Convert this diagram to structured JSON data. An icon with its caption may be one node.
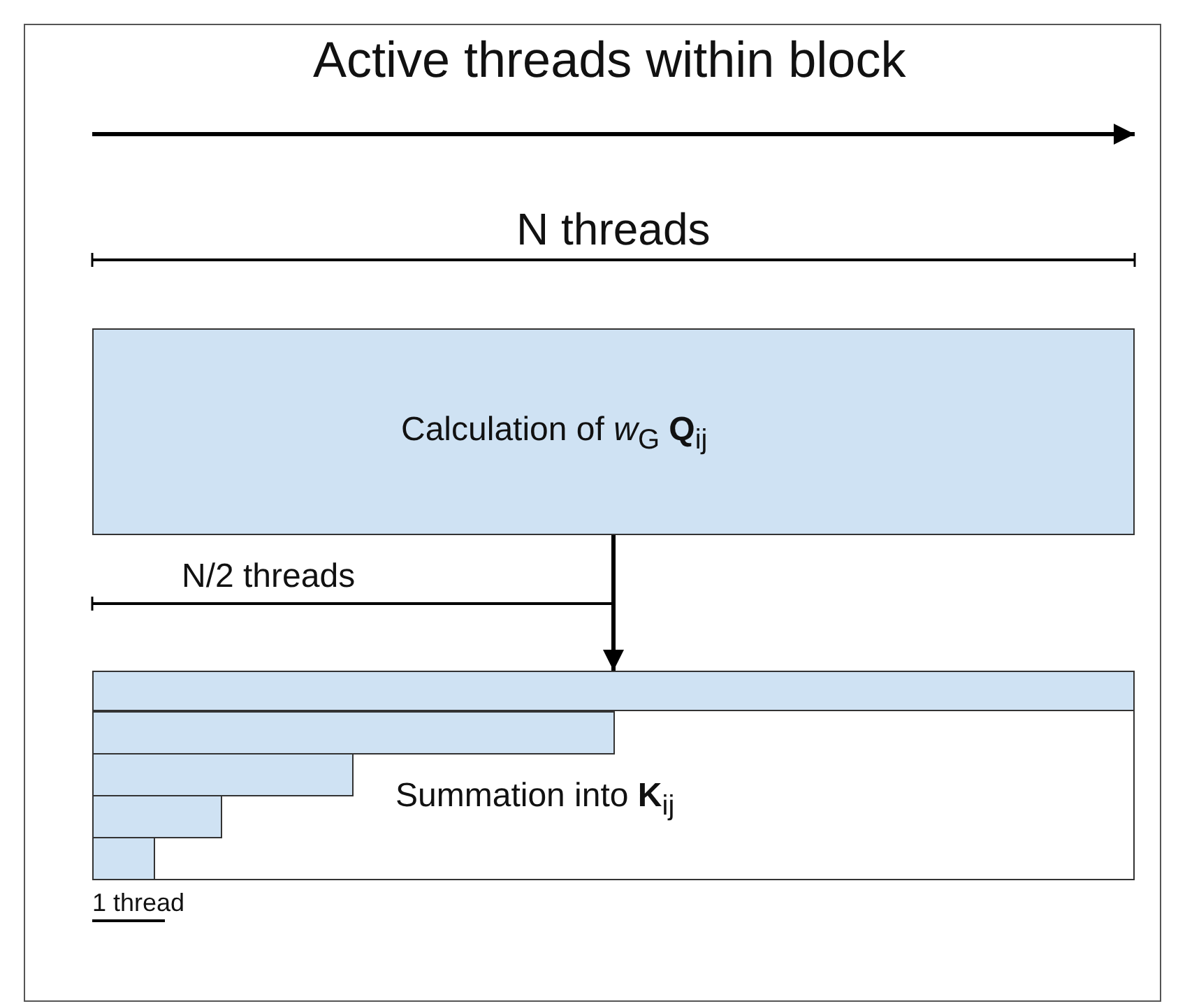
{
  "diagram": {
    "nodes": [
      {
        "text": [
          "Calculation of *w*$_{G}$ **Q**$_{ij}$"
        ]
      },
      {
        "text": [
          "Summation into **K**$_{ij}$"
        ]
      },
      {
        "text": [],
        "shape": "bar",
        "in": 1
      },
      {
        "text": [],
        "shape": "bar",
        "in": 1
      },
      {
        "text": [],
        "shape": "bar",
        "in": 1
      },
      {
        "text": [],
        "shape": "bar",
        "in": 1
      },
      {
        "text": [],
        "shape": "bar",
        "in": 1
      }
    ],
    "edges": [
      {
        "from": 0,
        "to": 2,
        "arrow": "to"
      }
    ],
    "labels": [
      "Active threads within block",
      "N threads",
      "N/2 threads",
      "1 thread"
    ]
  }
}
